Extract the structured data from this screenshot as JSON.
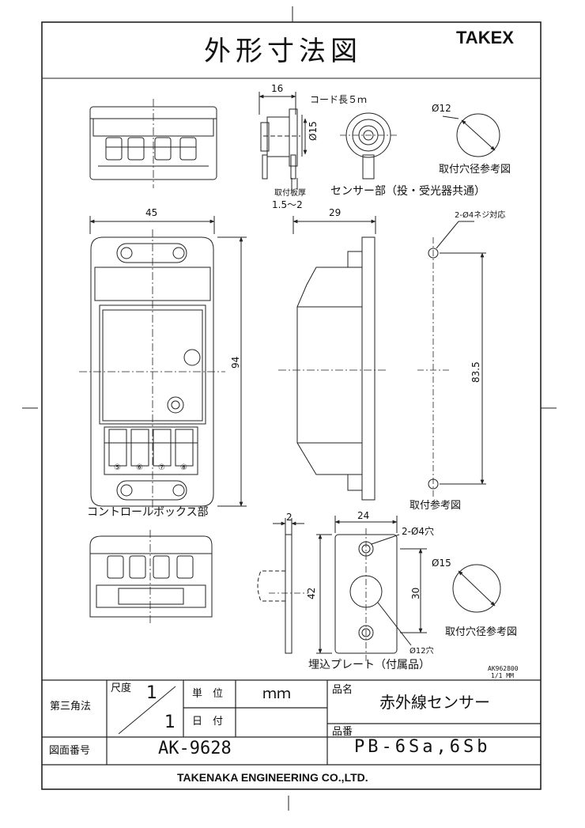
{
  "header": {
    "title": "外形寸法図",
    "brand": "TAKEX"
  },
  "sensor": {
    "dim_width": "16",
    "cord": "コード長５ｍ",
    "dia_body": "Ø15",
    "hole_dia": "Ø12",
    "plate_thick_label": "取付板厚",
    "plate_thick_value": "1.5～2",
    "caption": "センサー部（投・受光器共通）",
    "hole_caption": "取付穴径参考図"
  },
  "control_box": {
    "dim_width": "45",
    "dim_height": "94",
    "dim_depth": "29",
    "terminals": [
      "⑤",
      "⑥",
      "⑦",
      "⑧"
    ],
    "caption": "コントロールボックス部"
  },
  "mount": {
    "holes": "2-Ø4ネジ対応",
    "pitch": "83.5",
    "caption": "取付参考図"
  },
  "plate": {
    "dim_thick": "2",
    "dim_width": "24",
    "dim_height": "42",
    "dim_pitch": "30",
    "holes": "2-Ø4穴",
    "center_hole": "Ø12穴",
    "hole_dia": "Ø15",
    "hole_caption": "取付穴径参考図",
    "caption": "埋込プレート（付属品）"
  },
  "drawing_code": {
    "line1": "AK962800",
    "line2": "1/1 MM"
  },
  "title_block": {
    "projection": "第三角法",
    "scale_label": "尺度",
    "scale_num": "1",
    "scale_den": "1",
    "unit_label": "単　位",
    "unit_value": "ｍｍ",
    "date_label": "日　付",
    "product_label": "品名",
    "product_value": "赤外線センサー",
    "drawing_no_label": "図面番号",
    "drawing_no_value": "AK-9628",
    "model_label": "品番",
    "model_value": "PB-6Sa,6Sb",
    "company": "TAKENAKA ENGINEERING CO.,LTD."
  }
}
